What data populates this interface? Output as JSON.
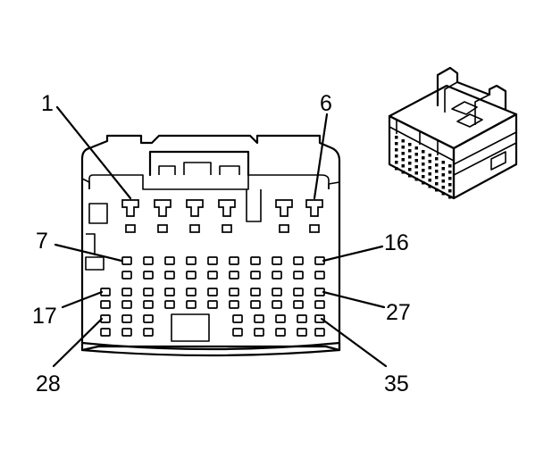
{
  "diagram": {
    "callouts": {
      "c1": "1",
      "c6": "6",
      "c7": "7",
      "c16": "16",
      "c17": "17",
      "c27": "27",
      "c28": "28",
      "c35": "35"
    }
  }
}
